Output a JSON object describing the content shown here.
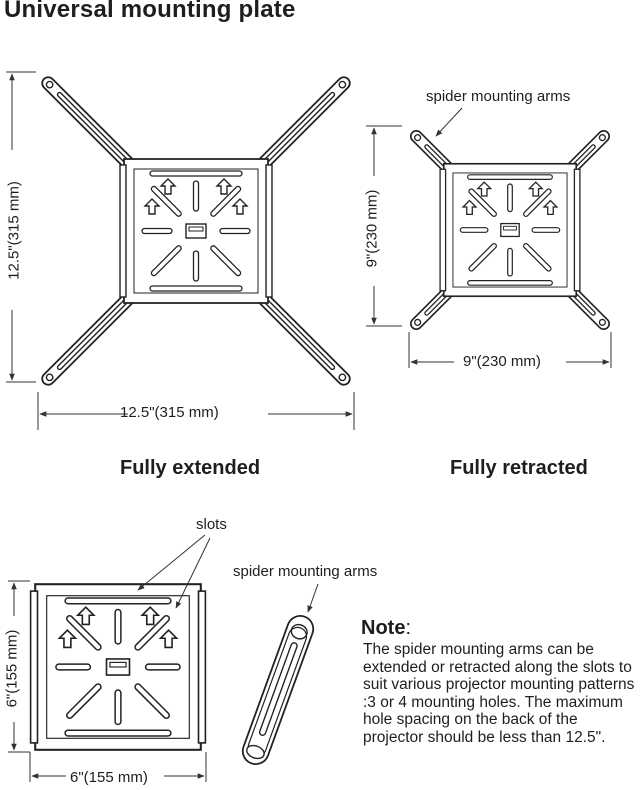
{
  "title": "Universal mounting plate",
  "captions": {
    "extended": "Fully extended",
    "retracted": "Fully retracted"
  },
  "dimensions": {
    "extended_width": "12.5\"(315 mm)",
    "extended_height": "12.5\"(315 mm)",
    "retracted_width": "9\"(230 mm)",
    "retracted_height": "9\"(230 mm)",
    "plate_width": "6\"(155 mm)",
    "plate_height": "6\"(155 mm)"
  },
  "callouts": {
    "arms_top": "spider mounting arms",
    "slots": "slots",
    "arms_bottom": "spider mounting arms"
  },
  "note": {
    "heading": "Note",
    "colon": ":",
    "text": "The spider mounting arms can be extended or retracted along the slots to suit various projector mounting patterns :3 or 4 mounting holes. The maximum hole spacing on the back of the projector should be less than 12.5\"."
  }
}
